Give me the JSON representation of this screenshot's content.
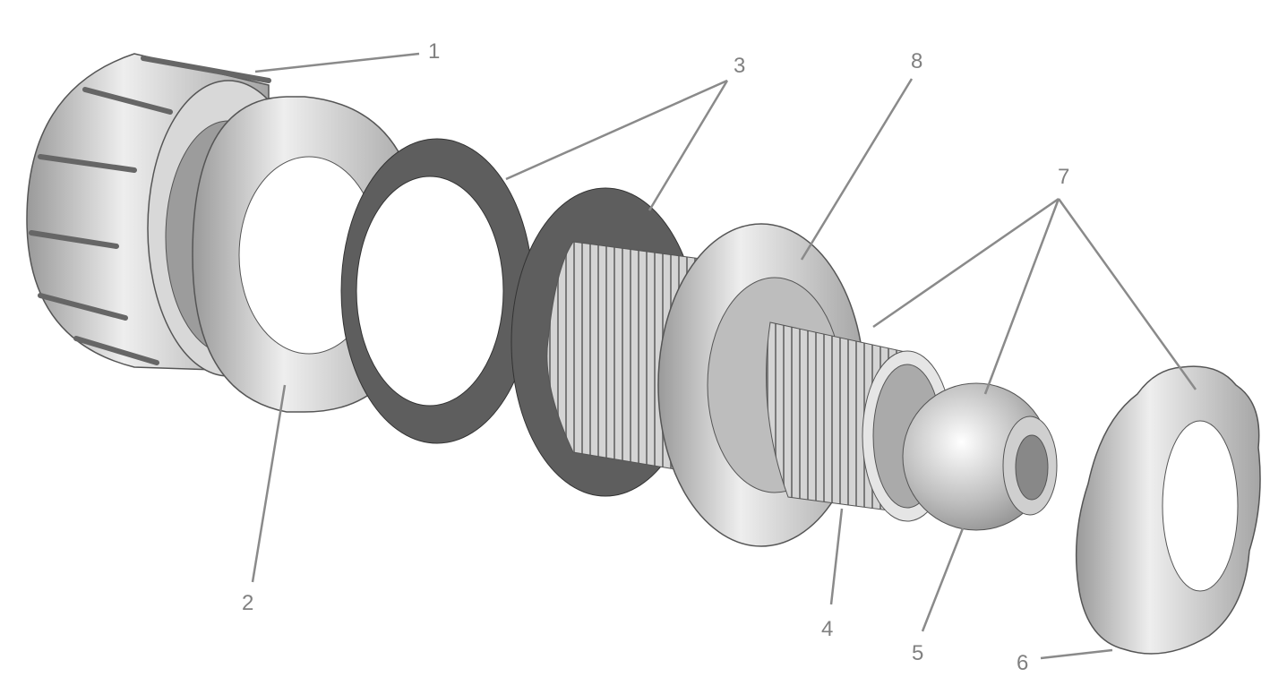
{
  "callouts": {
    "c1": "1",
    "c2": "2",
    "c3": "3",
    "c4": "4",
    "c5": "5",
    "c6": "6",
    "c7": "7",
    "c8": "8"
  },
  "colors": {
    "leader": "#8a8a8a",
    "label": "#808080",
    "gasket": "#5e5e5e",
    "metal": "#c8c8c8"
  }
}
